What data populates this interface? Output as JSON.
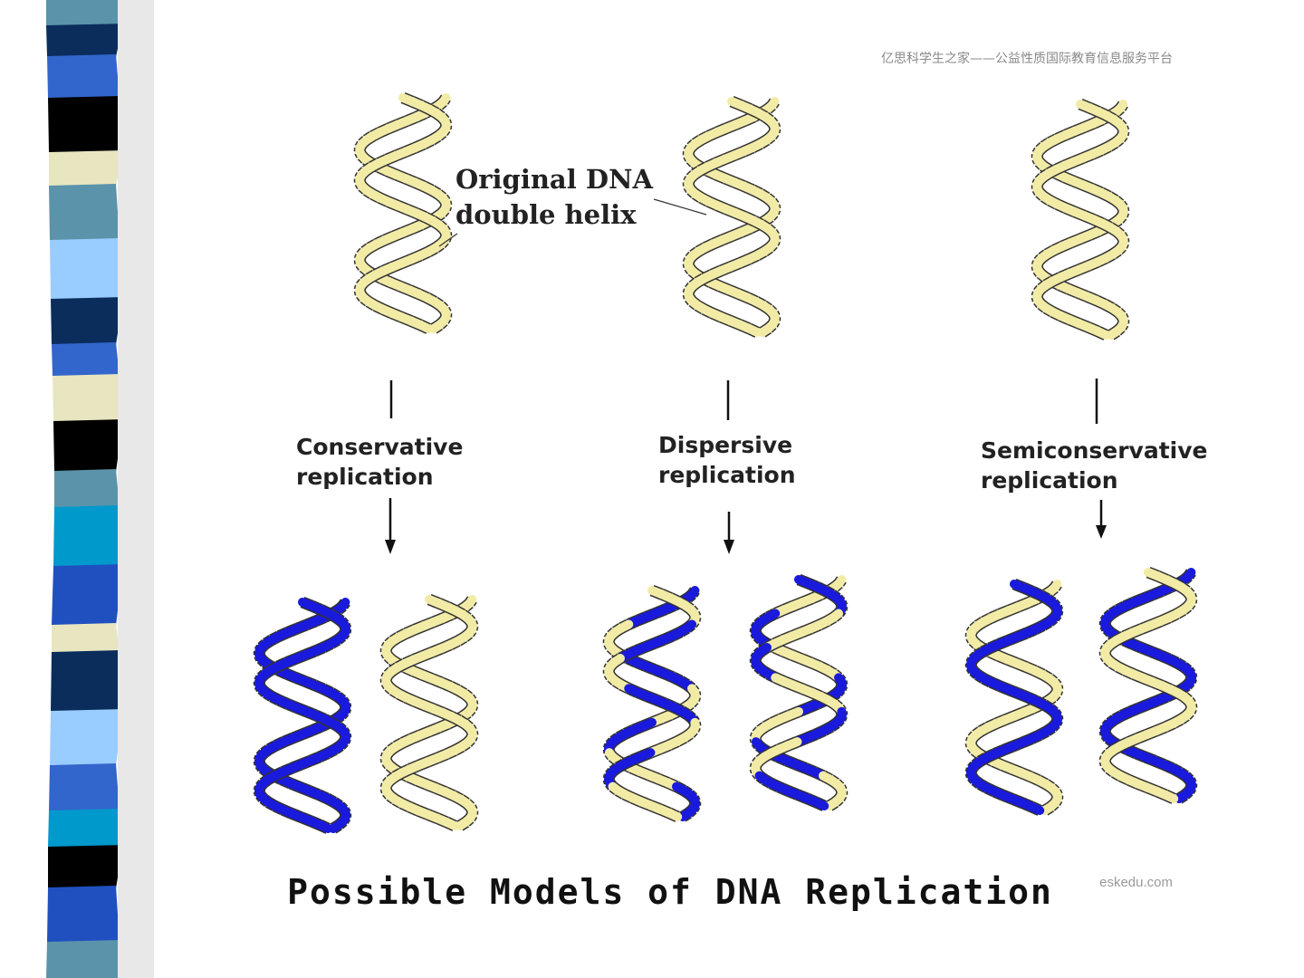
{
  "header": {
    "text": "亿思科学生之家——公益性质国际教育信息服务平台"
  },
  "footer": {
    "source": "eskedu.com"
  },
  "diagram": {
    "original_label_line1": "Original DNA",
    "original_label_line2": "double helix",
    "models": [
      {
        "line1": "Conservative",
        "line2": "replication"
      },
      {
        "line1": "Dispersive",
        "line2": "replication"
      },
      {
        "line1": "Semiconservative",
        "line2": "replication"
      }
    ],
    "title": "Possible Models of DNA Replication"
  },
  "colors": {
    "old_strand": "#f2eba6",
    "new_strand": "#1a1adc",
    "strand_outline": "#333333",
    "stripe_palette": [
      "#5a93aa",
      "#0a2d5c",
      "#3366cc",
      "#000000",
      "#e8e6c0",
      "#0099cc",
      "#99ccff",
      "#2050c0"
    ]
  }
}
